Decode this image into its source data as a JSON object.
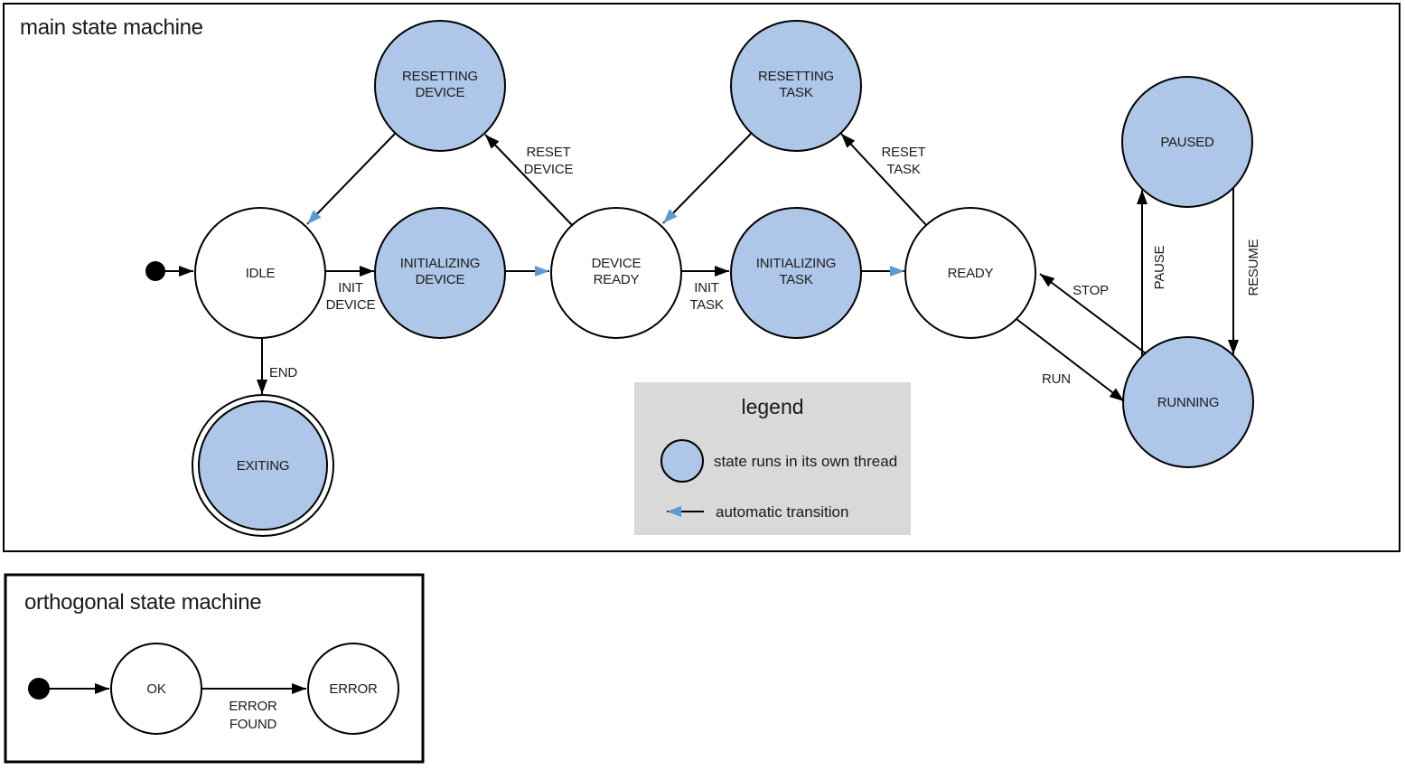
{
  "main": {
    "title": "main state machine",
    "states": {
      "idle": "IDLE",
      "resetting_device": [
        "RESETTING",
        "DEVICE"
      ],
      "initializing_device": [
        "INITIALIZING",
        "DEVICE"
      ],
      "device_ready": [
        "DEVICE",
        "READY"
      ],
      "resetting_task": [
        "RESETTING",
        "TASK"
      ],
      "initializing_task": [
        "INITIALIZING",
        "TASK"
      ],
      "ready": "READY",
      "paused": "PAUSED",
      "running": "RUNNING",
      "exiting": "EXITING"
    },
    "transitions": {
      "init_device": [
        "INIT",
        "DEVICE"
      ],
      "reset_device": [
        "RESET",
        "DEVICE"
      ],
      "init_task": [
        "INIT",
        "TASK"
      ],
      "reset_task": [
        "RESET",
        "TASK"
      ],
      "run": "RUN",
      "stop": "STOP",
      "pause": "PAUSE",
      "resume": "RESUME",
      "end": "END"
    }
  },
  "legend": {
    "title": "legend",
    "items": {
      "thread": "state runs in its own thread",
      "auto": "automatic transition"
    }
  },
  "orthogonal": {
    "title": "orthogonal state machine",
    "states": {
      "ok": "OK",
      "error": "ERROR"
    },
    "transitions": {
      "error_found": [
        "ERROR",
        "FOUND"
      ]
    }
  },
  "colors": {
    "thread_state_fill": "#aec6e8",
    "state_stroke": "#000000",
    "auto_transition": "#5b9ad2",
    "legend_background": "#d9d9d9"
  }
}
